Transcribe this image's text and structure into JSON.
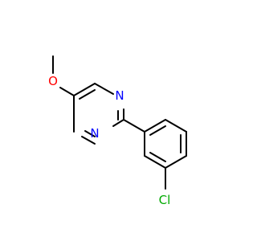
{
  "molecule": {
    "atoms": {
      "oxygen": "O",
      "nitrogen_upper": "N",
      "nitrogen_lower": "N",
      "chlorine": "Cl"
    },
    "colors": {
      "bond": "#000000",
      "oxygen": "#ff0000",
      "nitrogen": "#0000ff",
      "chlorine": "#00aa00"
    }
  }
}
